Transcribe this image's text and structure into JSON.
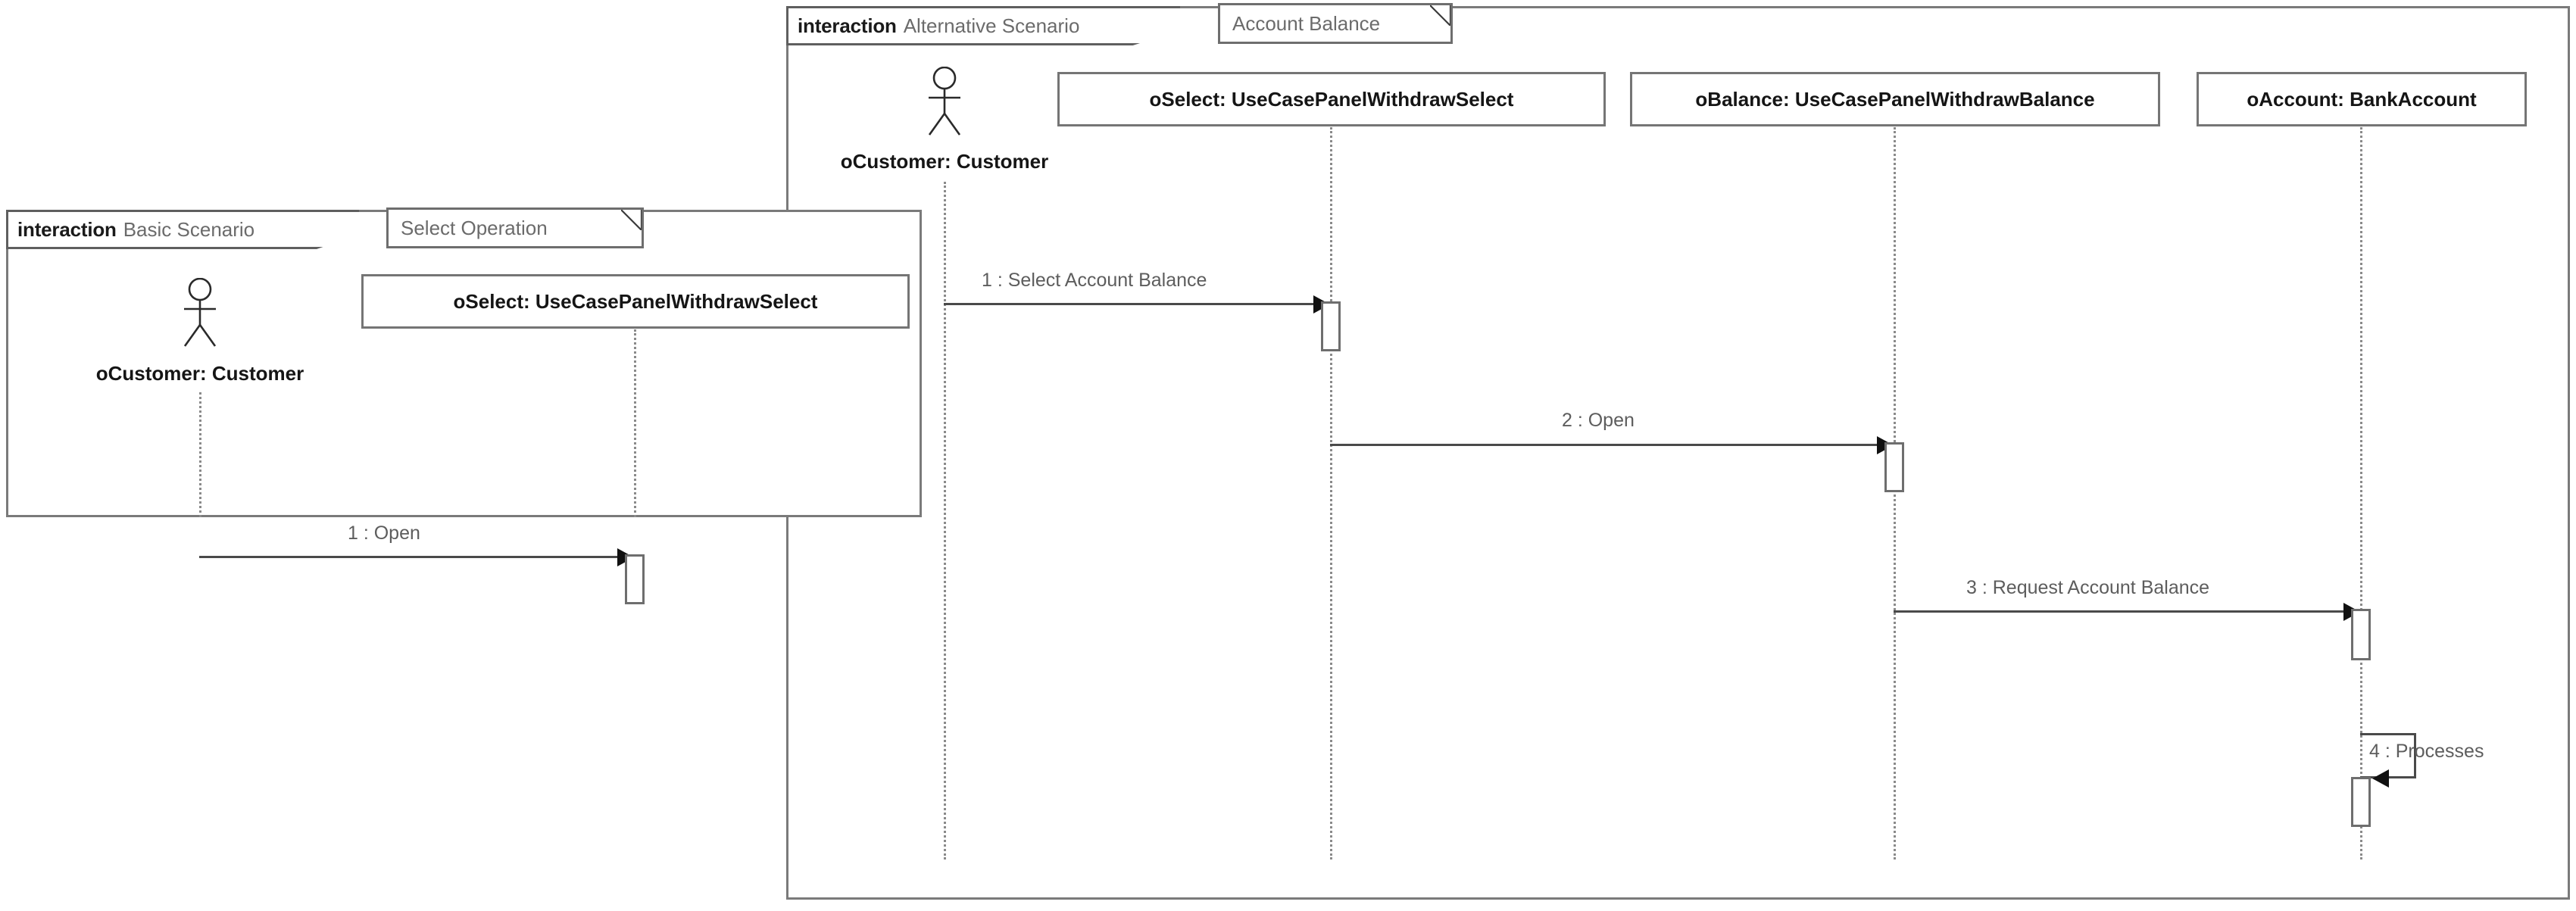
{
  "diagram": {
    "type": "uml-sequence-diagram",
    "background_color": "#ffffff",
    "frame_border_color": "#7a7a7a",
    "text_color_primary": "#151515",
    "text_color_muted": "#6b6b6b",
    "arrow_color": "#111111"
  },
  "frames": [
    {
      "id": "basic",
      "keyword": "interaction",
      "name": "Basic Scenario",
      "note": "Select Operation",
      "actor": {
        "icon": "actor-stick-figure",
        "label": "oCustomer: Customer"
      },
      "participants": [
        {
          "label": "oSelect: UseCasePanelWithdrawSelect"
        }
      ],
      "messages": [
        {
          "number": "1",
          "name": "Open",
          "label": "1 : Open",
          "from": "oCustomer",
          "to": "oSelect",
          "kind": "synchronous"
        }
      ]
    },
    {
      "id": "alternative",
      "keyword": "interaction",
      "name": "Alternative Scenario",
      "note": "Account Balance",
      "actor": {
        "icon": "actor-stick-figure",
        "label": "oCustomer: Customer"
      },
      "participants": [
        {
          "label": "oSelect: UseCasePanelWithdrawSelect"
        },
        {
          "label": "oBalance: UseCasePanelWithdrawBalance"
        },
        {
          "label": "oAccount: BankAccount"
        }
      ],
      "messages": [
        {
          "number": "1",
          "name": "Select Account Balance",
          "label": "1 : Select Account Balance",
          "from": "oCustomer",
          "to": "oSelect",
          "kind": "synchronous"
        },
        {
          "number": "2",
          "name": "Open",
          "label": "2 : Open",
          "from": "oSelect",
          "to": "oBalance",
          "kind": "synchronous"
        },
        {
          "number": "3",
          "name": "Request Account Balance",
          "label": "3 : Request Account Balance",
          "from": "oBalance",
          "to": "oAccount",
          "kind": "synchronous"
        },
        {
          "number": "4",
          "name": "Processes",
          "label": "4 : Processes",
          "from": "oAccount",
          "to": "oAccount",
          "kind": "self"
        }
      ]
    }
  ]
}
